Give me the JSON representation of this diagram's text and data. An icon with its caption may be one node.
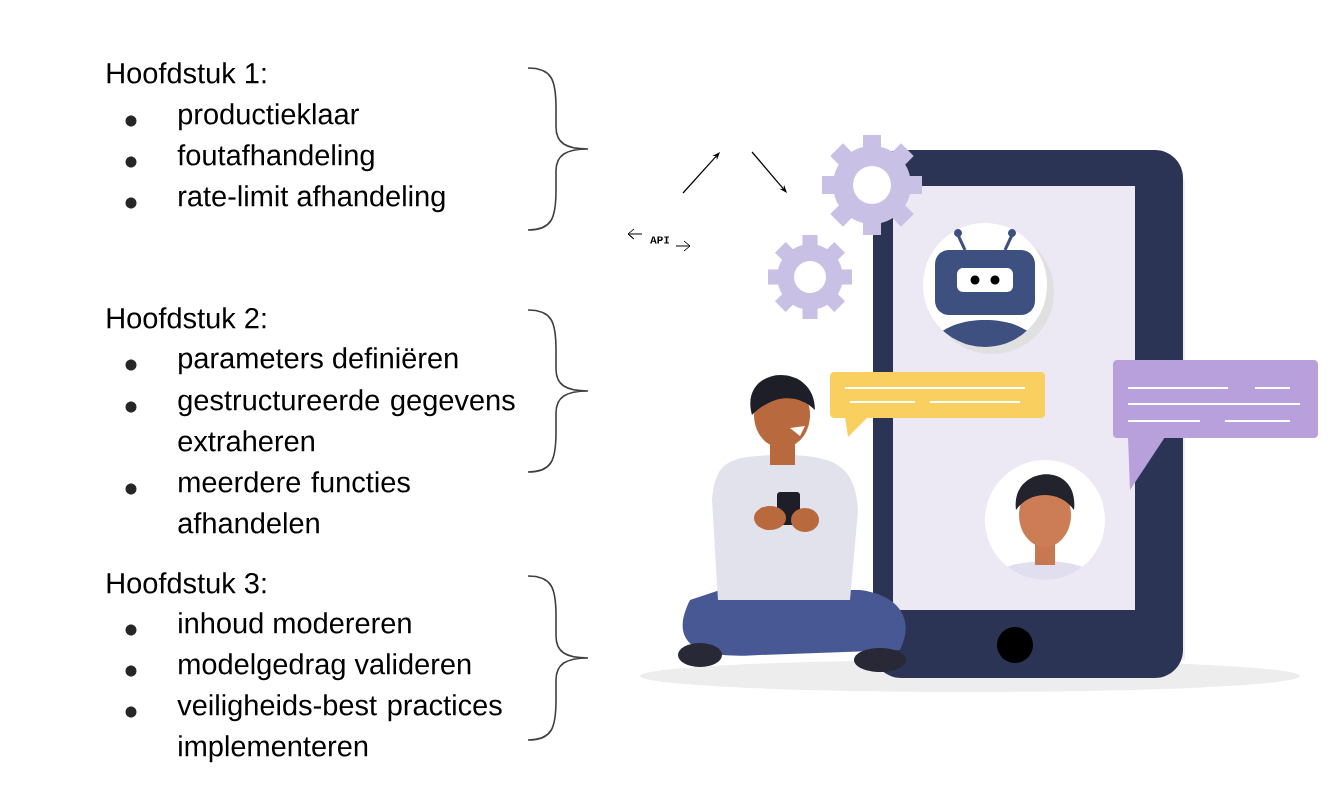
{
  "diagram": {
    "labels": [
      "Hoofdstuk 1:",
      "productieklaar",
      "foutafhandeling",
      "rate-limit afhandeling",
      "Hoofdstuk 2:",
      "parameters definiëren",
      "gestructureerde gegevens extraheren",
      "meerdere functies afhandelen",
      "Hoofdstuk 3:",
      "inhoud modereren",
      "modelgedrag valideren",
      "veiligheids-best practices implementeren",
      "API"
    ]
  }
}
